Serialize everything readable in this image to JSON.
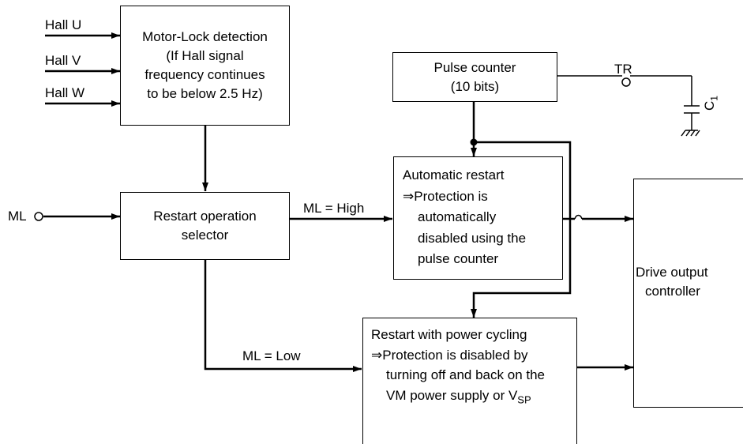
{
  "inputs": {
    "hall_u": "Hall U",
    "hall_v": "Hall V",
    "hall_w": "Hall W",
    "ml": "ML"
  },
  "motor_lock": {
    "lines": [
      "Motor-Lock detection",
      "(If Hall signal",
      "frequency continues",
      "to be below 2.5 Hz)"
    ]
  },
  "selector": {
    "lines": [
      "Restart operation",
      "selector"
    ]
  },
  "pulse_counter": {
    "lines": [
      "Pulse counter",
      "(10 bits)"
    ]
  },
  "tr": {
    "label": "TR",
    "capacitor": "C",
    "capacitor_sub": "1"
  },
  "auto_restart": {
    "lines": [
      "Automatic restart",
      "⇒Protection is",
      "automatically",
      "disabled using the",
      "pulse counter"
    ]
  },
  "power_restart": {
    "line1": "Restart with power cycling",
    "line2": "⇒Protection is disabled by",
    "line3": "turning off and back on the",
    "line4_main": "VM power supply or V",
    "line4_sub": "SP"
  },
  "drive": {
    "lines": [
      "Drive output",
      "controller"
    ]
  },
  "ml_high": "ML = High",
  "ml_low": "ML = Low"
}
